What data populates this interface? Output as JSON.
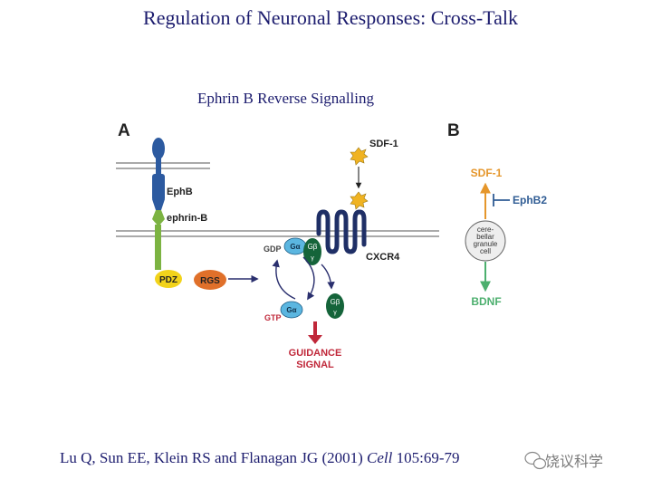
{
  "slide": {
    "title": "Regulation of Neuronal Responses: Cross-Talk",
    "subtitle": "Ephrin B Reverse Signalling",
    "citation": {
      "authors": "Lu Q, Sun EE, Klein RS and Flanagan JG (2001) ",
      "journal": "Cell",
      "ref": " 105:69-79"
    },
    "watermark": "饶议科学"
  },
  "panel_a": {
    "label": "A",
    "ephb": "EphB",
    "ephrin_b": "ephrin-B",
    "pdz": "PDZ",
    "rgs": "RGS",
    "sdf1": "SDF-1",
    "cxcr4": "CXCR4",
    "gdp": "GDP",
    "gtp": "GTP",
    "g_alpha": "Gα",
    "g_beta": "Gβ",
    "g_gamma": "γ",
    "guidance_1": "GUIDANCE",
    "guidance_2": "SIGNAL"
  },
  "panel_b": {
    "label": "B",
    "sdf1": "SDF-1",
    "ephb2": "EphB2",
    "cell_1": "cere-",
    "cell_2": "bellar",
    "cell_3": "granule",
    "cell_4": "cell",
    "bdnf": "BDNF"
  },
  "colors": {
    "title_navy": "#1c1c6e",
    "ephb_blue": "#2c5aa0",
    "ephrin_green": "#7cb342",
    "pdz_yellow": "#f2d31b",
    "rgs_orange": "#e0702a",
    "receptor_navy": "#1f2f66",
    "g_alpha_blue": "#5bb6e0",
    "g_beta_green": "#15643a",
    "guidance_red": "#c0283a",
    "sdf1_orange": "#e5962b",
    "ephb2_blue": "#2f5c94",
    "bdnf_green": "#4caf6e"
  }
}
